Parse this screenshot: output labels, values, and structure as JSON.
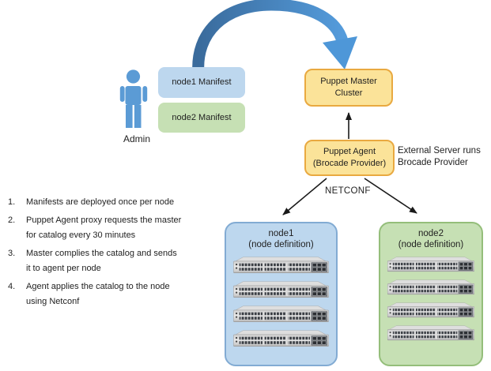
{
  "diagram": {
    "admin_label": "Admin",
    "manifest_boxes": [
      {
        "label": "node1 Manifest"
      },
      {
        "label": "node2 Manifest"
      }
    ],
    "puppet_master": {
      "label": "Puppet Master\nCluster"
    },
    "puppet_agent": {
      "label": "Puppet Agent\n(Brocade Provider)"
    },
    "external_note": "External Server runs\nBrocade Provider",
    "netconf_label": "NETCONF",
    "nodes": [
      {
        "title": "node1",
        "subtitle": "(node definition)",
        "switch_count": 4
      },
      {
        "title": "node2",
        "subtitle": "(node definition)",
        "switch_count": 4
      }
    ],
    "icons": {
      "admin": "person-icon",
      "switch": "rack-switch-image",
      "deploy_flow": "curved-arrow"
    }
  },
  "notes": {
    "items": [
      {
        "num": "1.",
        "text": "Manifests are deployed once per node"
      },
      {
        "num": "2.",
        "text": "Puppet Agent proxy requests the master\nfor catalog every 30 minutes"
      },
      {
        "num": "3.",
        "text": "Master complies the catalog and sends\nit to agent per node"
      },
      {
        "num": "4.",
        "text": "Agent applies the catalog to the node\nusing Netconf"
      }
    ]
  },
  "colors": {
    "blue_fill": "#BDD7EE",
    "blue_border": "#82ABD3",
    "green_fill": "#C6E0B4",
    "green_border": "#94BE7A",
    "yellow_fill": "#FBE399",
    "yellow_border": "#E9A940",
    "arrow_blue_dark": "#3A6B9C",
    "arrow_blue_light": "#549BDB",
    "person_blue": "#5B9BD5",
    "text": "#1F1F1F"
  }
}
